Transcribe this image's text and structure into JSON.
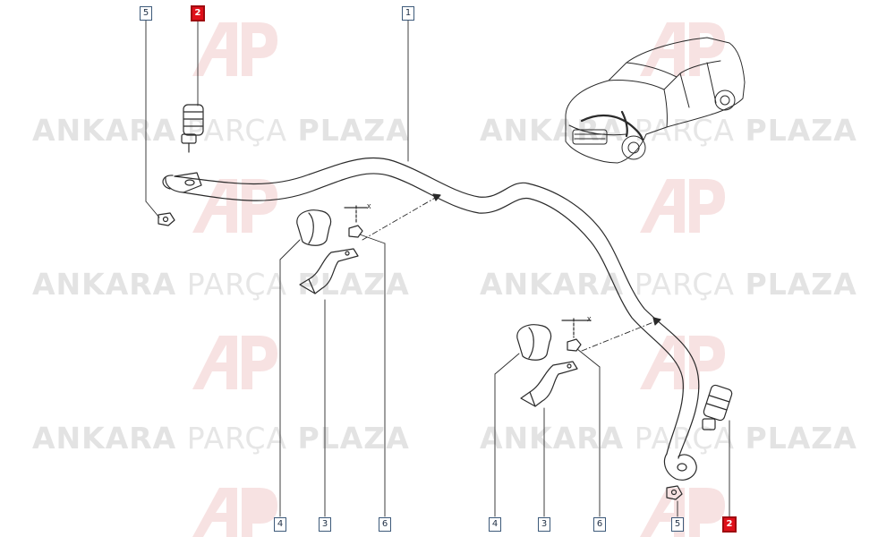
{
  "watermark": {
    "word1": "ANKARA",
    "word2": "PARÇA",
    "word3": "PLAZA"
  },
  "callouts": [
    {
      "label": "5",
      "highlight": false
    },
    {
      "label": "2",
      "highlight": true
    },
    {
      "label": "1",
      "highlight": false
    },
    {
      "label": "4",
      "highlight": false
    },
    {
      "label": "3",
      "highlight": false
    },
    {
      "label": "6",
      "highlight": false
    },
    {
      "label": "4",
      "highlight": false
    },
    {
      "label": "3",
      "highlight": false
    },
    {
      "label": "6",
      "highlight": false
    },
    {
      "label": "5",
      "highlight": false
    },
    {
      "label": "2",
      "highlight": true
    }
  ],
  "axis_labels": {
    "left_x": "x",
    "right_x": "x"
  },
  "colors": {
    "highlight": "#e0101a",
    "callout_border": "#3d5a7a",
    "line": "#2a2a2a",
    "watermark": "#e3e3e3",
    "logo": "#f6dede"
  }
}
